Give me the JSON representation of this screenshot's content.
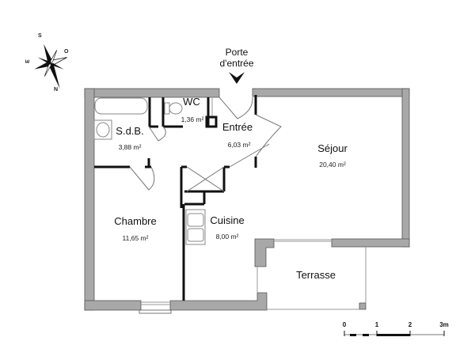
{
  "entry": {
    "line1": "Porte",
    "line2": "d'entrée"
  },
  "compass": {
    "north": "N",
    "south": "S",
    "east": "E",
    "west": "O"
  },
  "rooms": [
    {
      "id": "sdb",
      "name": "S.d.B.",
      "area": "3,88 m²"
    },
    {
      "id": "wc",
      "name": "WC",
      "area": "1,36 m²"
    },
    {
      "id": "entree",
      "name": "Entrée",
      "area": "6,03 m²"
    },
    {
      "id": "sejour",
      "name": "Séjour",
      "area": "20,40 m²"
    },
    {
      "id": "chambre",
      "name": "Chambre",
      "area": "11,65 m²"
    },
    {
      "id": "cuisine",
      "name": "Cuisine",
      "area": "8,00 m²"
    },
    {
      "id": "terrasse",
      "name": "Terrasse",
      "area": ""
    }
  ],
  "scale": {
    "ticks": [
      "0",
      "1",
      "2",
      "3m"
    ]
  },
  "colors": {
    "wall_fill": "#a8a8a8",
    "wall_stroke": "#555555",
    "partition": "#111111",
    "fixture": "#888888"
  }
}
